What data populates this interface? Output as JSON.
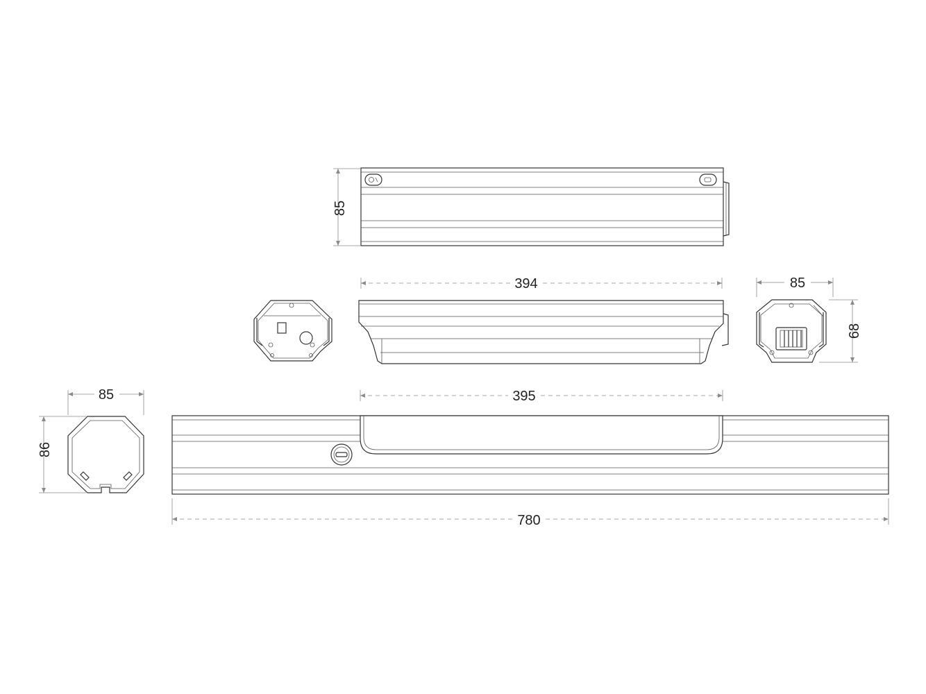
{
  "dimensions": {
    "top_view_height": "85",
    "side_view_length": "394",
    "connector_end_width": "85",
    "connector_end_height": "68",
    "profile_width": "85",
    "profile_height": "86",
    "rail_cover_length": "395",
    "rail_total_length": "780"
  },
  "colors": {
    "line": "#333333",
    "dimension": "#8a8a8a",
    "background": "#ffffff"
  }
}
